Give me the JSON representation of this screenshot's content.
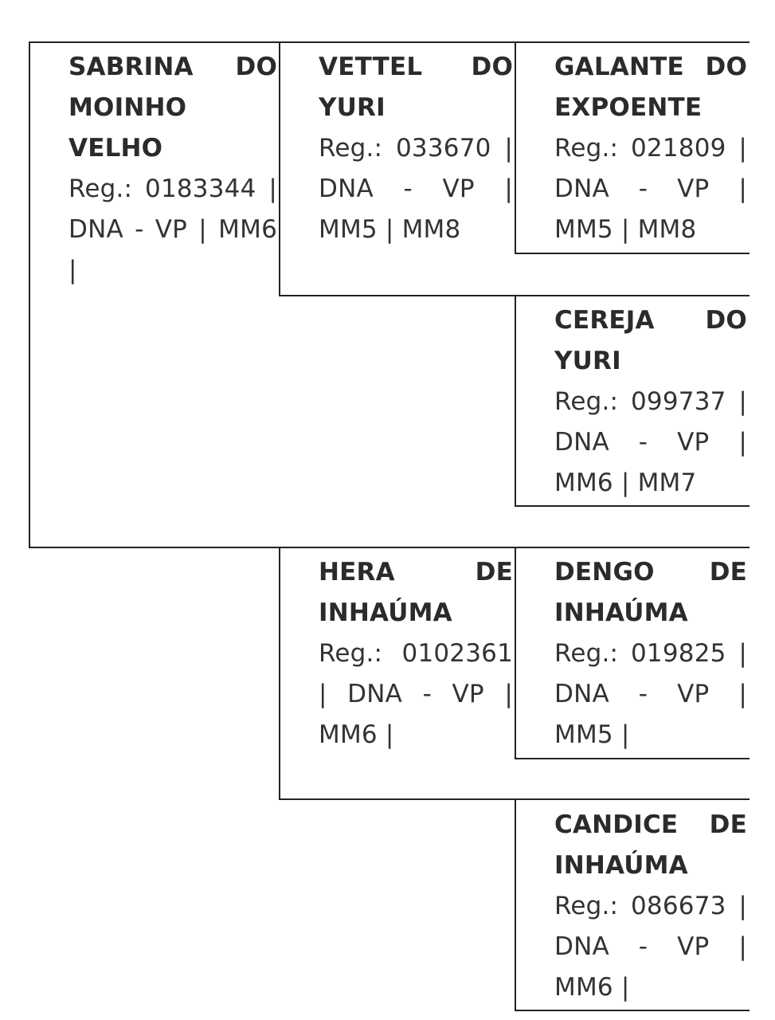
{
  "pedigree": {
    "subject": {
      "name": "SABRINA DO MOINHO VELHO",
      "info": "Reg.: 0183344 | DNA - VP | MM6 |"
    },
    "sire": {
      "name": "VETTEL DO YURI",
      "info": "Reg.: 033670 | DNA - VP | MM5 | MM8"
    },
    "sire_sire": {
      "name": "GALANTE DO EXPOENTE",
      "info": "Reg.: 021809 | DNA - VP | MM5 | MM8"
    },
    "sire_dam": {
      "name": "CEREJA DO YURI",
      "info": "Reg.: 099737 | DNA - VP | MM6 | MM7"
    },
    "dam": {
      "name": "HERA DE INHAÚMA",
      "info": "Reg.: 0102361 | DNA - VP | MM6 |"
    },
    "dam_sire": {
      "name": "DENGO DE INHAÚMA",
      "info": "Reg.: 019825 | DNA - VP | MM5 |"
    },
    "dam_dam": {
      "name": "CANDICE DE INHAÚMA",
      "info": "Reg.: 086673 | DNA - VP | MM6 |"
    }
  },
  "colors": {
    "border": "#222222",
    "text": "#2b2b2b",
    "background": "#ffffff"
  }
}
